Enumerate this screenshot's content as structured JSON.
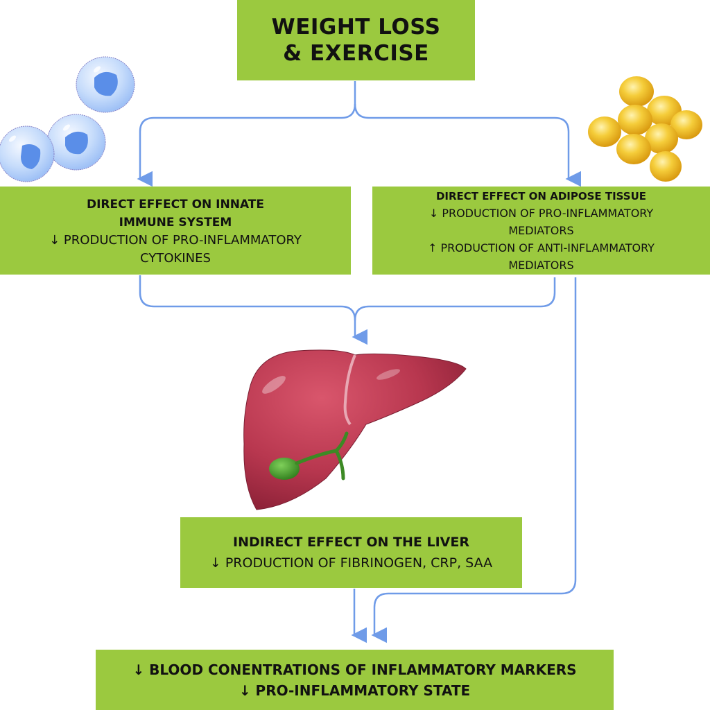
{
  "title_box": {
    "lines": [
      "WEIGHT LOSS",
      "& EXERCISE"
    ]
  },
  "immune_box": {
    "heading_lines": [
      "DIRECT EFFECT ON INNATE",
      "IMMUNE SYSTEM"
    ],
    "body_lines": [
      "↓ PRODUCTION OF PRO-INFLAMMATORY",
      "CYTOKINES"
    ]
  },
  "adipose_box": {
    "heading": "DIRECT EFFECT ON ADIPOSE TISSUE",
    "body_lines": [
      "↓ PRODUCTION OF PRO-INFLAMMATORY",
      "MEDIATORS",
      "↑ PRODUCTION OF ANTI-INFLAMMATORY",
      "MEDIATORS"
    ]
  },
  "liver_box": {
    "heading": "INDIRECT EFFECT ON THE LIVER",
    "body": "↓ PRODUCTION OF FIBRINOGEN, CRP, SAA"
  },
  "outcome_box": {
    "lines": [
      "↓ BLOOD CONENTRATIONS OF INFLAMMATORY MARKERS",
      "↓ PRO-INFLAMMATORY STATE"
    ]
  },
  "illustrations": {
    "immune_cells": "immune-cells-illustration",
    "adipose_cells": "adipose-cells-illustration",
    "liver": "liver-illustration"
  },
  "colors": {
    "box_fill": "#9bc93f",
    "arrow": "#6f9be8",
    "text": "#111111",
    "liver": "#b8374f",
    "gallbladder": "#4a9a2a",
    "fat_cell": "#f2c12e",
    "immune_cell": "#bcd6fb",
    "immune_nucleus": "#5a8ee8"
  }
}
